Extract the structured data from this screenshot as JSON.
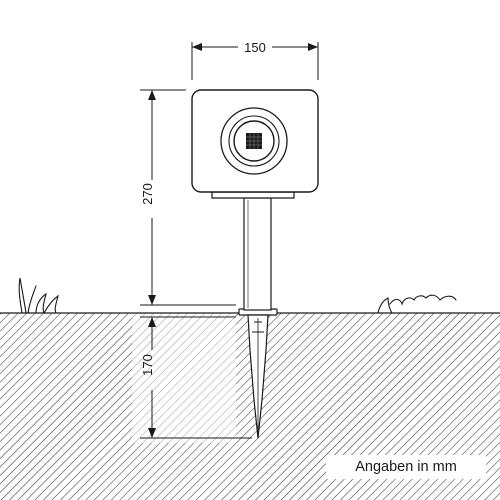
{
  "drawing": {
    "dimensions": {
      "housing_width": "150",
      "total_height_above_ground": "270",
      "spike_depth": "170"
    },
    "units_note": "Angaben in mm",
    "colors": {
      "line": "#1a1a1a",
      "ground_hatch": "#3a3a3a"
    }
  }
}
